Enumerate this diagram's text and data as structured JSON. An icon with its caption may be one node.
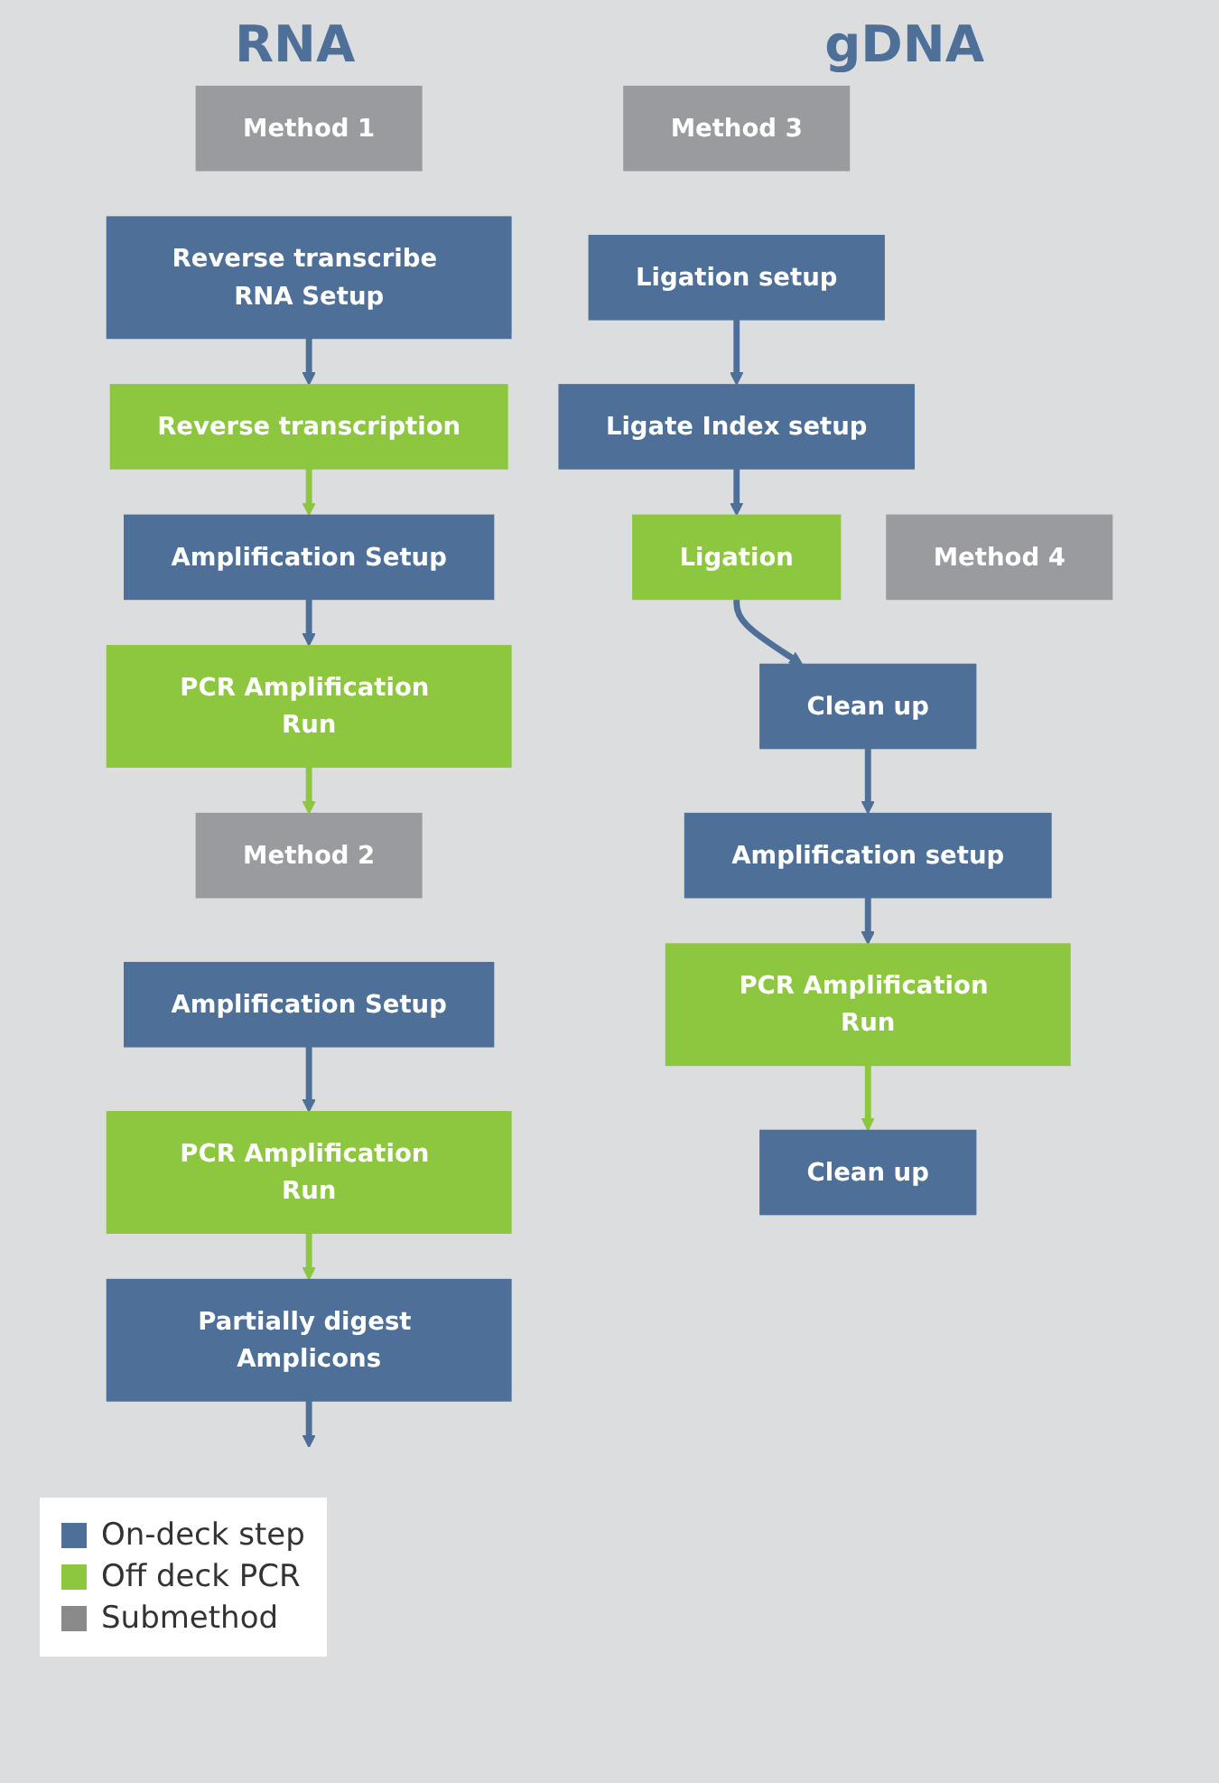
{
  "diagram": {
    "nodes": [
      {
        "text": [
          "Method 1"
        ]
      },
      {
        "text": [
          "Reverse transcribe RNA Setup"
        ]
      },
      {
        "text": [
          "Reverse transcription"
        ]
      },
      {
        "text": [
          "Amplification Setup"
        ]
      },
      {
        "text": [
          "PCR Amplification Run"
        ]
      },
      {
        "text": [
          "Method 2"
        ]
      },
      {
        "text": [
          "Amplification Setup"
        ]
      },
      {
        "text": [
          "PCR Amplification Run"
        ]
      },
      {
        "text": [
          "Partially digest Amplicons"
        ]
      },
      {
        "text": [
          "Method 3"
        ]
      },
      {
        "text": [
          "Ligation setup"
        ]
      },
      {
        "text": [
          "Ligate Index setup"
        ]
      },
      {
        "text": [
          "Ligation"
        ]
      },
      {
        "text": [
          "Method 4"
        ]
      },
      {
        "text": [
          "Clean up"
        ]
      },
      {
        "text": [
          "Amplification setup"
        ]
      },
      {
        "text": [
          "PCR Amplification Run"
        ]
      },
      {
        "text": [
          "Clean up"
        ]
      }
    ],
    "edges": [
      {
        "from": 1,
        "to": 2,
        "arrow": "to"
      },
      {
        "from": 2,
        "to": 3,
        "arrow": "to",
        "color": "#8dc63f"
      },
      {
        "from": 3,
        "to": 4,
        "arrow": "to"
      },
      {
        "from": 4,
        "to": 5,
        "arrow": "to",
        "color": "#8dc63f"
      },
      {
        "from": 6,
        "to": 7,
        "arrow": "to"
      },
      {
        "from": 7,
        "to": 8,
        "arrow": "to",
        "color": "#8dc63f"
      },
      {
        "from": 8,
        "to": null,
        "arrow": "to"
      },
      {
        "from": 10,
        "to": 11,
        "arrow": "to"
      },
      {
        "from": 11,
        "to": 12,
        "arrow": "to"
      },
      {
        "from": 12,
        "to": 14,
        "arrow": "to"
      },
      {
        "from": 14,
        "to": 15,
        "arrow": "to"
      },
      {
        "from": 15,
        "to": 16,
        "arrow": "to"
      },
      {
        "from": 16,
        "to": 17,
        "arrow": "to",
        "color": "#8dc63f"
      }
    ],
    "labels": [
      "RNA",
      "gDNA"
    ],
    "legend": [
      {
        "text": "On-deck step",
        "color": "#4e7098"
      },
      {
        "text": "Off deck PCR",
        "color": "#8dc63f"
      },
      {
        "text": "Submethod",
        "color": "#8a8a8a"
      }
    ]
  }
}
